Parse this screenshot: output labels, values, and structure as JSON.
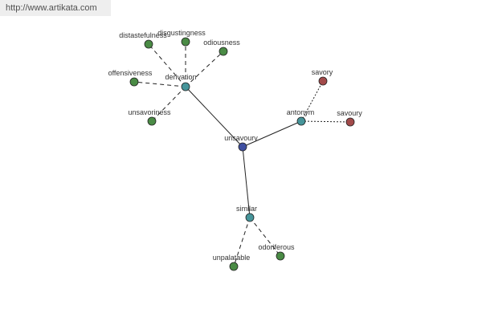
{
  "source_url": "http://www.artikata.com",
  "colors": {
    "root": "#3f4fa1",
    "relation": "#46959a",
    "synonym": "#4a8b45",
    "antonym": "#a24a4a",
    "edge": "#222222"
  },
  "nodes": {
    "root": "unsavoury",
    "derivation": "derivation",
    "antonym": "antonym",
    "similar": "similar",
    "distastefulness": "distastefulness",
    "disgustingness": "disgustingness",
    "odiousness": "odiousness",
    "offensiveness": "offensiveness",
    "unsavoriness": "unsavoriness",
    "savory": "savory",
    "savoury": "savoury",
    "unpalatable": "unpalatable",
    "odoriferous": "odoriferous"
  },
  "edges": [
    {
      "from": "root",
      "to": "derivation",
      "style": "solid"
    },
    {
      "from": "root",
      "to": "antonym",
      "style": "solid"
    },
    {
      "from": "root",
      "to": "similar",
      "style": "solid"
    },
    {
      "from": "derivation",
      "to": "distastefulness",
      "style": "dashed"
    },
    {
      "from": "derivation",
      "to": "disgustingness",
      "style": "dashed"
    },
    {
      "from": "derivation",
      "to": "odiousness",
      "style": "dashed"
    },
    {
      "from": "derivation",
      "to": "offensiveness",
      "style": "dashed"
    },
    {
      "from": "derivation",
      "to": "unsavoriness",
      "style": "dashed"
    },
    {
      "from": "antonym",
      "to": "savory",
      "style": "dotted"
    },
    {
      "from": "antonym",
      "to": "savoury",
      "style": "dotted"
    },
    {
      "from": "similar",
      "to": "unpalatable",
      "style": "dashed"
    },
    {
      "from": "similar",
      "to": "odoriferous",
      "style": "dashed"
    }
  ]
}
